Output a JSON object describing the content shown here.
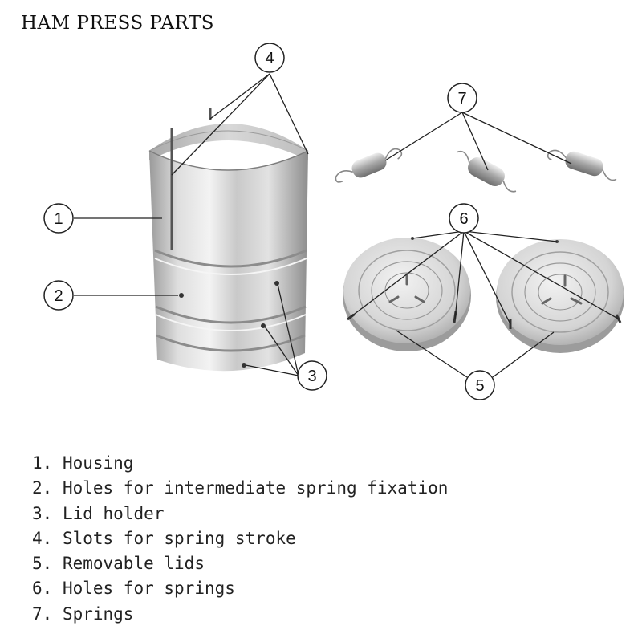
{
  "title": "HAM PRESS PARTS",
  "callouts": {
    "housing": "1",
    "spring_fixation_holes": "2",
    "lid_holder": "3",
    "spring_stroke_slots": "4",
    "removable_lids": "5",
    "spring_holes": "6",
    "springs": "7"
  },
  "legend": [
    {
      "number": "1.",
      "label": "Housing"
    },
    {
      "number": "2.",
      "label": "Holes for intermediate spring fixation"
    },
    {
      "number": "3.",
      "label": "Lid holder"
    },
    {
      "number": "4.",
      "label": "Slots for spring stroke"
    },
    {
      "number": "5.",
      "label": "Removable lids"
    },
    {
      "number": "6.",
      "label": "Holes for springs"
    },
    {
      "number": "7.",
      "label": "Springs"
    }
  ],
  "colors": {
    "steel_light": "#e6e6e6",
    "steel_mid": "#b9b9b9",
    "steel_dark": "#8a8a8a",
    "line": "#222222"
  }
}
